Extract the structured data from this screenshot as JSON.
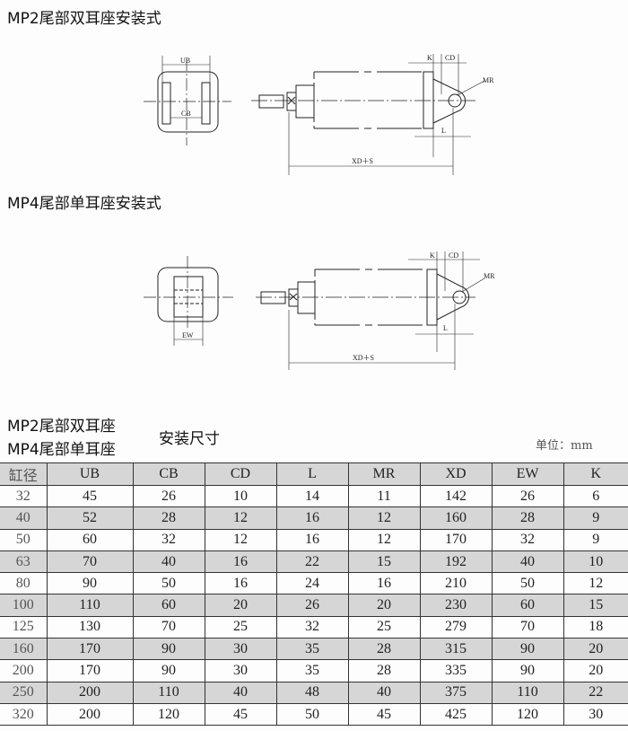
{
  "section1_title": "MP2尾部双耳座安装式",
  "section2_title": "MP4尾部单耳座安装式",
  "diagram1": {
    "UB": "UB",
    "CB": "CB",
    "K": "K",
    "CD": "CD",
    "MR": "MR",
    "L": "L",
    "XD": "XD＋S"
  },
  "diagram2": {
    "EW": "EW",
    "K": "K",
    "CD": "CD",
    "MR": "MR",
    "L": "L",
    "XD": "XD＋S"
  },
  "table_title_line1": "MP2尾部双耳座",
  "table_title_line2": "MP4尾部单耳座",
  "table_title_suffix": "安装尺寸",
  "unit": "单位：mm",
  "table": {
    "headers": [
      "缸径",
      "UB",
      "CB",
      "CD",
      "L",
      "MR",
      "XD",
      "EW",
      "K"
    ],
    "rows": [
      [
        "32",
        "45",
        "26",
        "10",
        "14",
        "11",
        "142",
        "26",
        "6"
      ],
      [
        "40",
        "52",
        "28",
        "12",
        "16",
        "12",
        "160",
        "28",
        "9"
      ],
      [
        "50",
        "60",
        "32",
        "12",
        "16",
        "12",
        "170",
        "32",
        "9"
      ],
      [
        "63",
        "70",
        "40",
        "16",
        "22",
        "15",
        "192",
        "40",
        "10"
      ],
      [
        "80",
        "90",
        "50",
        "16",
        "24",
        "16",
        "210",
        "50",
        "12"
      ],
      [
        "100",
        "110",
        "60",
        "20",
        "26",
        "20",
        "230",
        "60",
        "15"
      ],
      [
        "125",
        "130",
        "70",
        "25",
        "32",
        "25",
        "279",
        "70",
        "18"
      ],
      [
        "160",
        "170",
        "90",
        "30",
        "35",
        "28",
        "315",
        "90",
        "20"
      ],
      [
        "200",
        "170",
        "90",
        "30",
        "35",
        "28",
        "335",
        "90",
        "20"
      ],
      [
        "250",
        "200",
        "110",
        "40",
        "48",
        "40",
        "375",
        "110",
        "22"
      ],
      [
        "320",
        "200",
        "120",
        "45",
        "50",
        "45",
        "425",
        "120",
        "30"
      ]
    ]
  }
}
